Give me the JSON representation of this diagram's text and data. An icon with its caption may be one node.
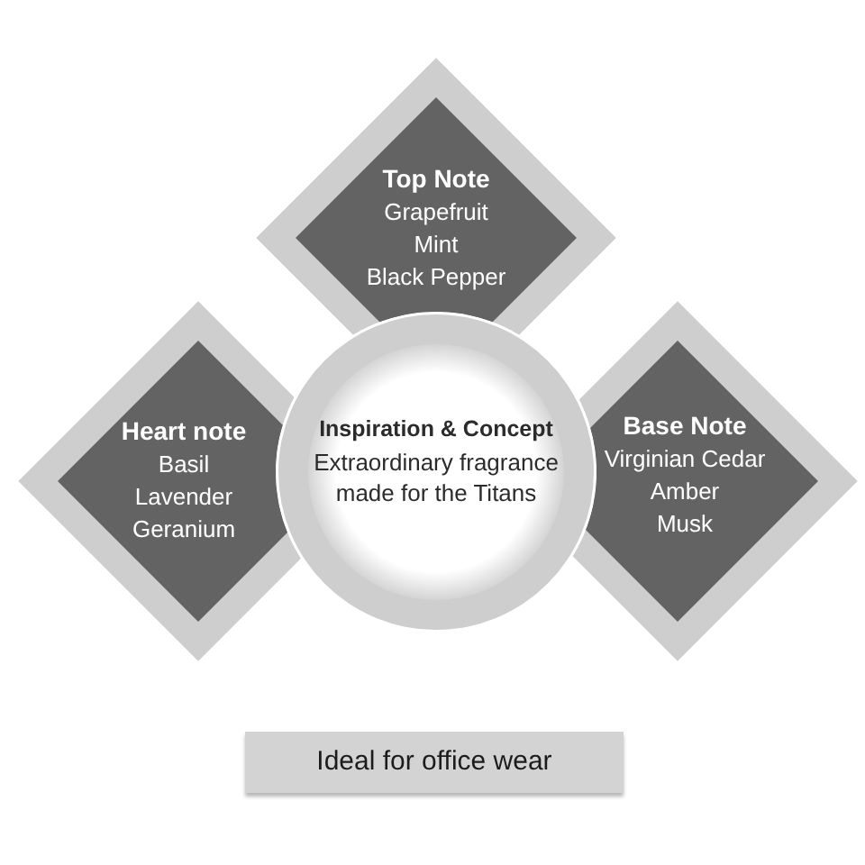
{
  "diagram": {
    "nodes": [
      {
        "text": [
          "Top Note",
          "Grapefruit",
          "Mint",
          "Black Pepper"
        ]
      },
      {
        "text": [
          "Heart note",
          "Basil",
          "Lavender",
          "Geranium"
        ]
      },
      {
        "text": [
          "Inspiration & Concept",
          "Extraordinary fragrance made for the Titans"
        ]
      },
      {
        "text": [
          "Base Note",
          "Virginian Cedar",
          "Amber",
          "Musk"
        ]
      },
      {
        "text": [
          "Ideal for office wear"
        ]
      }
    ]
  }
}
